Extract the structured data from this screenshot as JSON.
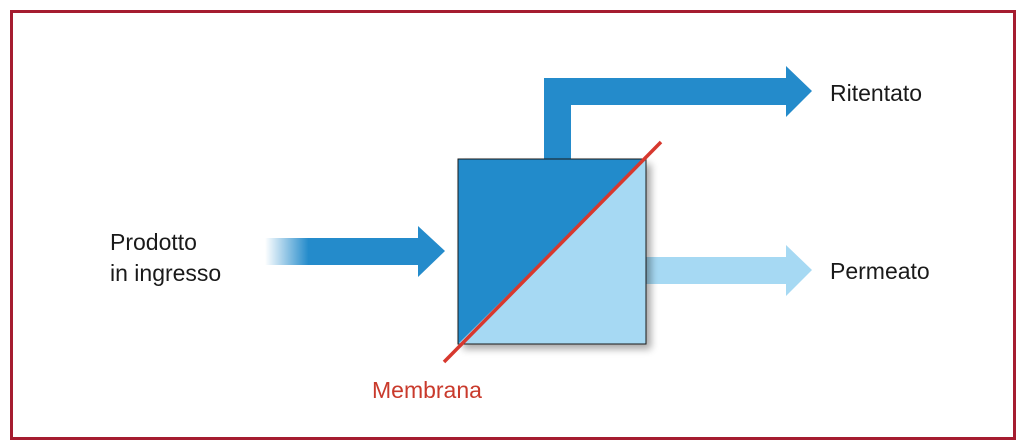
{
  "diagram": {
    "labels": {
      "input_line1": "Prodotto",
      "input_line2": "in ingresso",
      "retentate": "Ritentato",
      "permeate": "Permeato",
      "membrane": "Membrana"
    },
    "colors": {
      "frame": "#a51c30",
      "dark_blue": "#248bcb",
      "light_blue": "#a6d9f3",
      "membrane_line": "#d7382e",
      "membrane_text": "#c93a2c",
      "text": "#1a1a1a"
    },
    "icons": {
      "input_arrow": "right-arrow",
      "retentate_arrow": "right-arrow",
      "permeate_arrow": "right-arrow"
    }
  }
}
